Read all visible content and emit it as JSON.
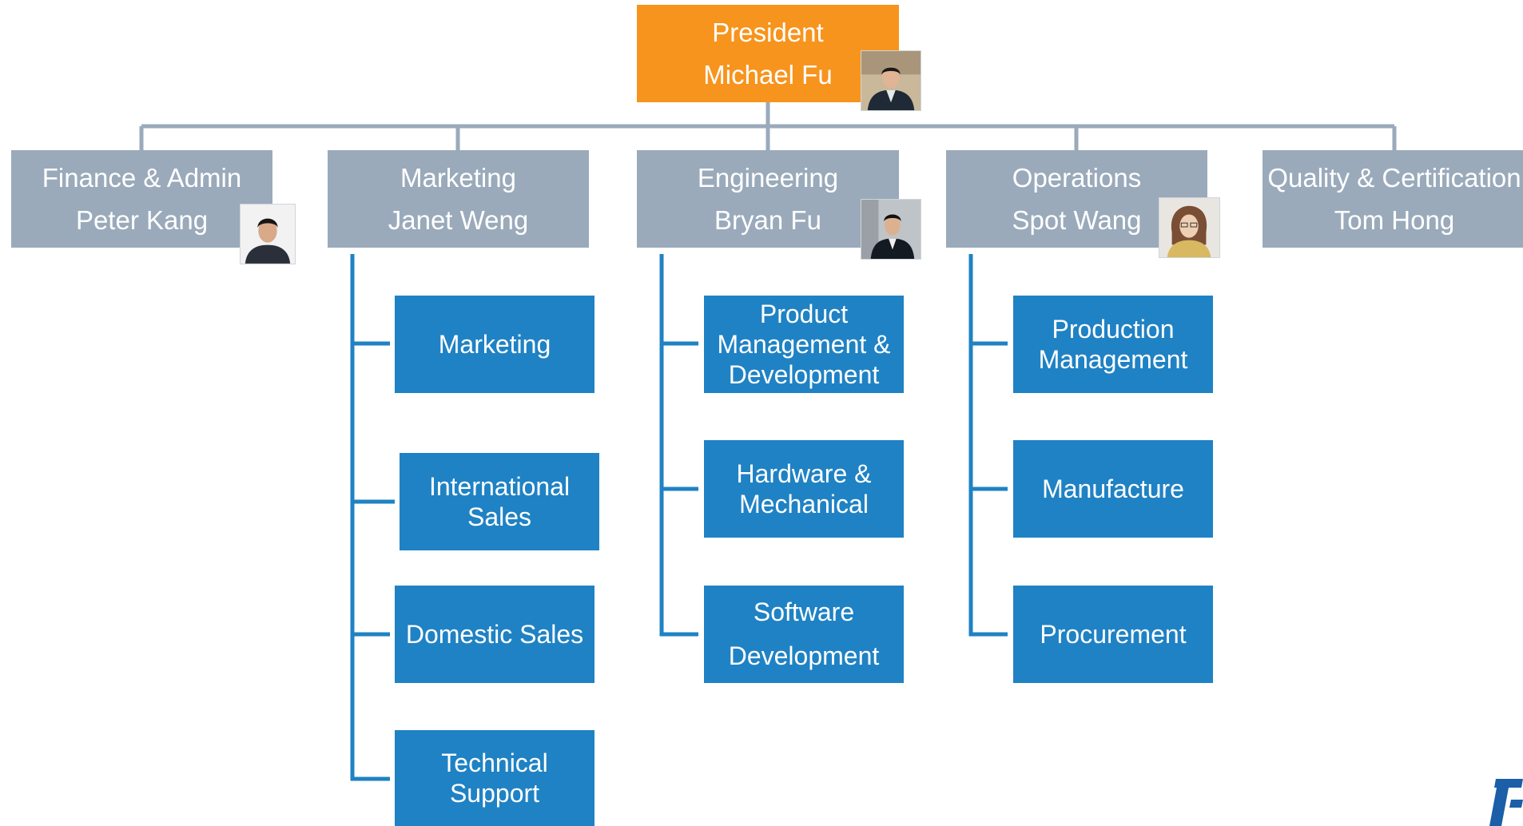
{
  "president": {
    "role": "President",
    "name": "Michael Fu"
  },
  "departments": [
    {
      "id": "finance",
      "role": "Finance & Admin",
      "name": "Peter Kang",
      "photo": "person-photo-peter-kang"
    },
    {
      "id": "marketing",
      "role": "Marketing",
      "name": "Janet Weng",
      "photo": ""
    },
    {
      "id": "engineering",
      "role": "Engineering",
      "name": "Bryan Fu",
      "photo": "person-photo-bryan-fu"
    },
    {
      "id": "operations",
      "role": "Operations",
      "name": "Spot Wang",
      "photo": "person-photo-spot-wang"
    },
    {
      "id": "quality",
      "role": "Quality & Certification",
      "name": "Tom Hong",
      "photo": ""
    }
  ],
  "units": {
    "marketing": [
      "Marketing",
      "International\nSales",
      "Domestic Sales",
      "Technical\nSupport"
    ],
    "engineering": [
      "Product\nManagement &\nDevelopment",
      "Hardware &\nMechanical",
      "Software\nDevelopment"
    ],
    "operations": [
      "Production\nManagement",
      "Manufacture",
      "Procurement"
    ]
  },
  "colors": {
    "president_fill": "#f7941d",
    "department_fill": "#9aaabb",
    "unit_fill": "#1f82c4",
    "top_connector": "#9aaabb",
    "unit_connector": "#1f82c4",
    "text": "#ffffff"
  },
  "logo": {
    "icon": "company-logo-icon"
  }
}
